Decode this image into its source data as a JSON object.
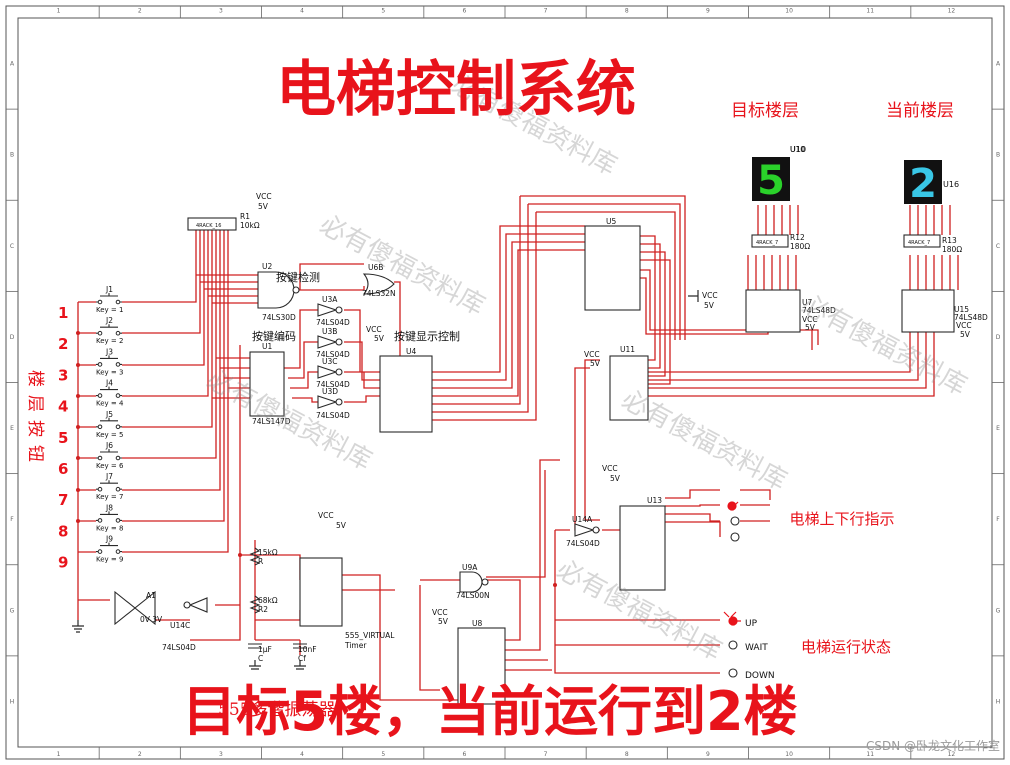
{
  "title": "电梯控制系统",
  "caption": "目标5楼，当前运行到2楼",
  "watermark": "必有傻福资料库",
  "credit": "CSDN @卧龙文化工作室",
  "labels": {
    "target_floor": "目标楼层",
    "current_floor": "当前楼层",
    "floor_buttons": "楼层按钮",
    "key_detect": "按键检测",
    "key_encode": "按键编码",
    "key_display": "按键显示控制",
    "direction": "电梯上下行指示",
    "status": "电梯运行状态",
    "timer_ghost": "555多谐振荡器"
  },
  "displays": {
    "target_digit": "5",
    "current_digit": "2",
    "target_ref": "U10",
    "current_ref": "U16"
  },
  "colors": {
    "red": "#e8131b",
    "wire": "#d02020",
    "seg_green": "#2ad12a",
    "seg_cyan": "#39c7e6",
    "part": "#2a2a2a"
  },
  "floors": [
    "1",
    "2",
    "3",
    "4",
    "5",
    "6",
    "7",
    "8",
    "9"
  ],
  "switches": [
    {
      "ref": "J1",
      "key": "Key = 1"
    },
    {
      "ref": "J2",
      "key": "Key = 2"
    },
    {
      "ref": "J3",
      "key": "Key = 3"
    },
    {
      "ref": "J4",
      "key": "Key = 4"
    },
    {
      "ref": "J5",
      "key": "Key = 5"
    },
    {
      "ref": "J6",
      "key": "Key = 6"
    },
    {
      "ref": "J7",
      "key": "Key = 7"
    },
    {
      "ref": "J8",
      "key": "Key = 8"
    },
    {
      "ref": "J9",
      "key": "Key = 9"
    }
  ],
  "border": {
    "cols": [
      "1",
      "2",
      "3",
      "4",
      "5",
      "6",
      "7",
      "8",
      "9",
      "10",
      "11",
      "12"
    ],
    "rows": [
      "A",
      "B",
      "C",
      "D",
      "E",
      "F",
      "G",
      "H"
    ]
  },
  "parts": {
    "r1": "R1",
    "r1v": "10kΩ",
    "rpack": "4RACK_16",
    "vcc": "VCC",
    "v5": "5V",
    "u2": "U2",
    "u2t": "74LS30D",
    "u6b": "U6B",
    "u6t": "74LS32N",
    "u3a": "U3A",
    "u3b": "U3B",
    "u3c": "U3C",
    "u3d": "U3D",
    "u3t": "74LS04D",
    "u1": "U1",
    "u1t": "74LS147D",
    "u4": "U4",
    "u5": "U5",
    "u11": "U11",
    "u13": "U13",
    "u14a": "U14A",
    "u14c": "U14C",
    "u14t": "74LS04D",
    "u9a": "U9A",
    "u9t": "74LS00N",
    "u8": "U8",
    "u7": "U7",
    "u7t": "74LS48D",
    "u15": "U15",
    "u15t": "74LS48D",
    "r12": "R12",
    "r12v": "180Ω",
    "r13": "R13",
    "r13v": "180Ω",
    "rack7": "4RACK_7",
    "a1": "A1",
    "a1v": "0V 3V",
    "r": "R",
    "r1k": "15kΩ",
    "r2": "R2",
    "r2k": "68kΩ",
    "c": "C",
    "cv": "1μF",
    "cf": "Cf",
    "cfv": "10nF",
    "timer": "555_VIRTUAL",
    "timer2": "Timer",
    "up": "UP",
    "wait": "WAIT",
    "down": "DOWN"
  }
}
